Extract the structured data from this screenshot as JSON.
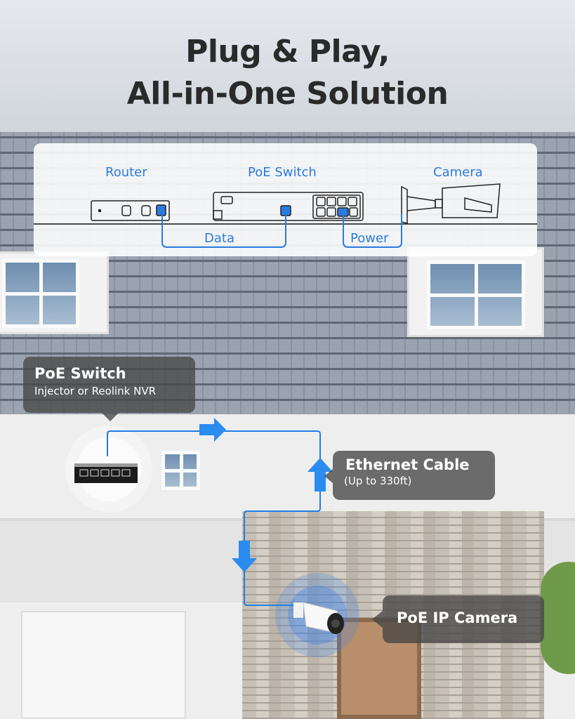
{
  "title": {
    "line1": "Plug & Play,",
    "line2": "All-in-One Solution"
  },
  "diagram": {
    "router": "Router",
    "poe_switch": "PoE Switch",
    "camera": "Camera",
    "data": "Data",
    "power": "Power"
  },
  "callouts": {
    "switch": {
      "title": "PoE Switch",
      "subtitle": "Injector or Reolink NVR"
    },
    "cable": {
      "title": "Ethernet Cable",
      "subtitle": "(Up to 330ft)"
    },
    "camera": {
      "title": "PoE IP Camera"
    }
  },
  "colors": {
    "accent": "#2a7be0",
    "cable": "#1f7fe6",
    "callout_bg": "#464646"
  }
}
